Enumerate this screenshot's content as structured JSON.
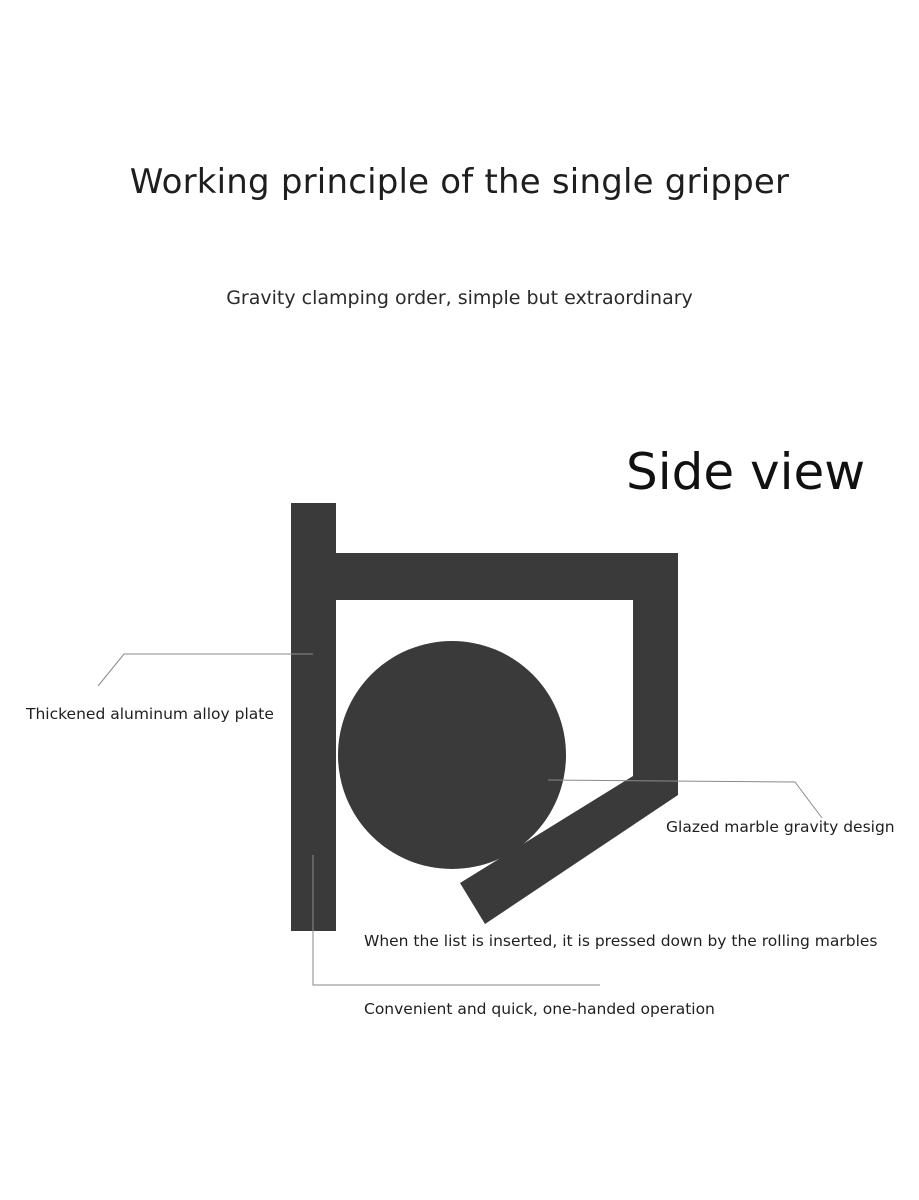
{
  "title": "Working principle of the single gripper",
  "subtitle": "Gravity clamping order, simple but extraordinary",
  "view_label": "Side view",
  "callouts": {
    "plate": "Thickened aluminum alloy plate",
    "marble": "Glazed marble gravity design",
    "inserted": "When the list is inserted, it is pressed down by the rolling marbles",
    "convenient": "Convenient and quick, one-handed operation"
  },
  "colors": {
    "shape": "#3a3a3a",
    "leader_line": "#8a8a8a",
    "text": "#1f1f1f"
  }
}
